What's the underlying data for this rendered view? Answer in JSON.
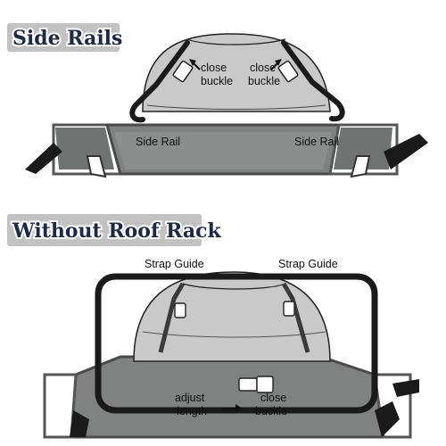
{
  "sections": {
    "side_rails": {
      "title": "Side Rails",
      "close_buckle_left_1": "close",
      "close_buckle_left_2": "buckle",
      "close_buckle_right_1": "close",
      "close_buckle_right_2": "buckle",
      "side_rail_left": "Side Rail",
      "side_rail_right": "Side Rail"
    },
    "without_roof_rack": {
      "title": "Without Roof Rack",
      "strap_guide_left": "Strap Guide",
      "strap_guide_right": "Strap Guide",
      "adjust_1": "adjust",
      "adjust_2": "length",
      "close_1": "close",
      "close_2": "buckle"
    }
  },
  "colors": {
    "title_text": "#1e2a44",
    "title_bg": "#c2c2c2",
    "bag_fill": "#c9c9c9",
    "roof_gray": "#7f8281",
    "strap": "#1a1a1a"
  }
}
